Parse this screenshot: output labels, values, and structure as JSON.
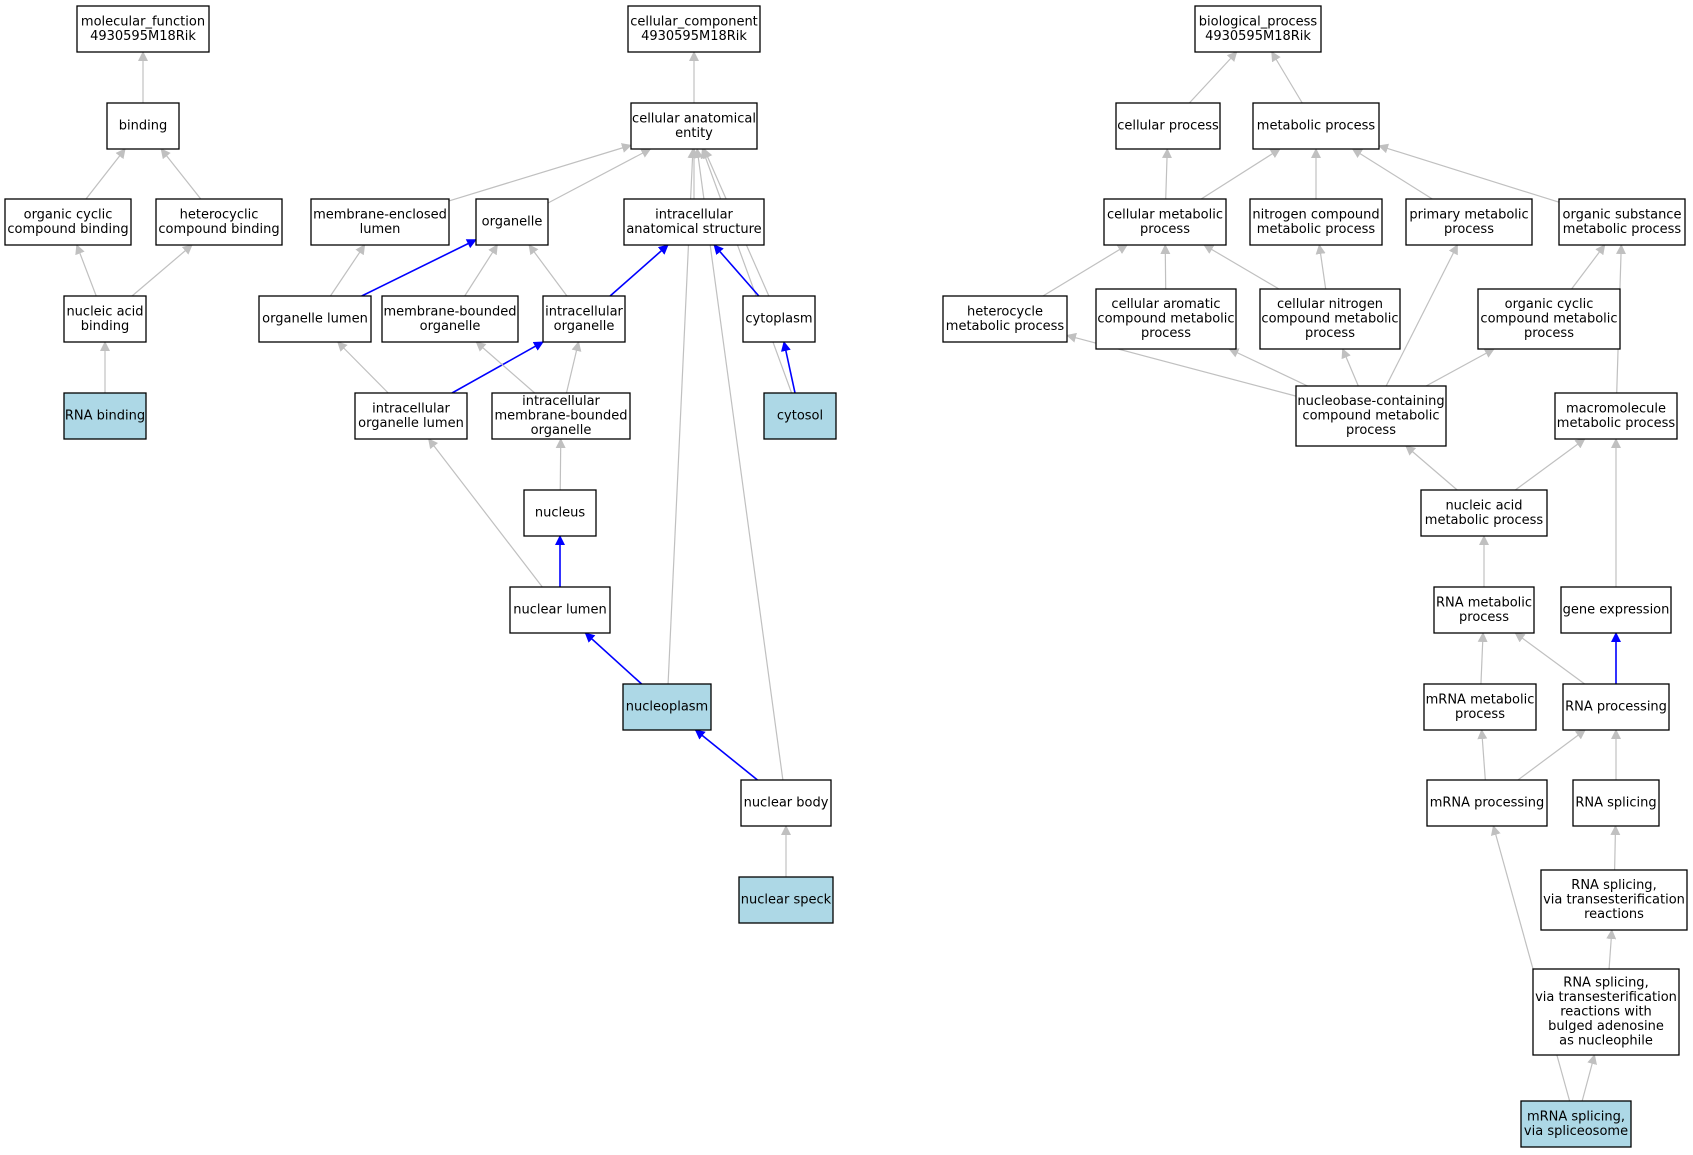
{
  "colors": {
    "node_fill": "#ffffff",
    "highlight_fill": "#add8e6",
    "node_stroke": "#000000",
    "edge_gray": "#c0c0c0",
    "edge_blue": "#0000ff"
  },
  "nodes": [
    {
      "id": "mf",
      "lines": [
        "molecular_function",
        "4930595M18Rik"
      ]
    },
    {
      "id": "binding",
      "lines": [
        "binding"
      ]
    },
    {
      "id": "ocb",
      "lines": [
        "organic cyclic",
        "compound binding"
      ]
    },
    {
      "id": "hcb",
      "lines": [
        "heterocyclic",
        "compound binding"
      ]
    },
    {
      "id": "nab",
      "lines": [
        "nucleic acid",
        "binding"
      ]
    },
    {
      "id": "rnab",
      "lines": [
        "RNA binding"
      ],
      "highlight": true
    },
    {
      "id": "cc",
      "lines": [
        "cellular_component",
        "4930595M18Rik"
      ]
    },
    {
      "id": "cae",
      "lines": [
        "cellular anatomical",
        "entity"
      ]
    },
    {
      "id": "mel",
      "lines": [
        "membrane-enclosed",
        "lumen"
      ]
    },
    {
      "id": "organelle",
      "lines": [
        "organelle"
      ]
    },
    {
      "id": "ias",
      "lines": [
        "intracellular",
        "anatomical structure"
      ]
    },
    {
      "id": "ol",
      "lines": [
        "organelle lumen"
      ]
    },
    {
      "id": "mbo",
      "lines": [
        "membrane-bounded",
        "organelle"
      ]
    },
    {
      "id": "io",
      "lines": [
        "intracellular",
        "organelle"
      ]
    },
    {
      "id": "cytoplasm",
      "lines": [
        "cytoplasm"
      ]
    },
    {
      "id": "iol",
      "lines": [
        "intracellular",
        "organelle lumen"
      ]
    },
    {
      "id": "imbo",
      "lines": [
        "intracellular",
        "membrane-bounded",
        "organelle"
      ]
    },
    {
      "id": "cytosol",
      "lines": [
        "cytosol"
      ],
      "highlight": true
    },
    {
      "id": "nucleus",
      "lines": [
        "nucleus"
      ]
    },
    {
      "id": "nlumen",
      "lines": [
        "nuclear lumen"
      ]
    },
    {
      "id": "nucleoplasm",
      "lines": [
        "nucleoplasm"
      ],
      "highlight": true
    },
    {
      "id": "nbody",
      "lines": [
        "nuclear body"
      ]
    },
    {
      "id": "nspeck",
      "lines": [
        "nuclear speck"
      ],
      "highlight": true
    },
    {
      "id": "bp",
      "lines": [
        "biological_process",
        "4930595M18Rik"
      ]
    },
    {
      "id": "cp",
      "lines": [
        "cellular process"
      ]
    },
    {
      "id": "mp",
      "lines": [
        "metabolic process"
      ]
    },
    {
      "id": "cmp",
      "lines": [
        "cellular metabolic",
        "process"
      ]
    },
    {
      "id": "ncmp",
      "lines": [
        "nitrogen compound",
        "metabolic process"
      ]
    },
    {
      "id": "pmp",
      "lines": [
        "primary metabolic",
        "process"
      ]
    },
    {
      "id": "osmp",
      "lines": [
        "organic substance",
        "metabolic process"
      ]
    },
    {
      "id": "hmp",
      "lines": [
        "heterocycle",
        "metabolic process"
      ]
    },
    {
      "id": "cacmp",
      "lines": [
        "cellular aromatic",
        "compound metabolic",
        "process"
      ]
    },
    {
      "id": "cncmp",
      "lines": [
        "cellular nitrogen",
        "compound metabolic",
        "process"
      ]
    },
    {
      "id": "occmp",
      "lines": [
        "organic cyclic",
        "compound metabolic",
        "process"
      ]
    },
    {
      "id": "nbcmp",
      "lines": [
        "nucleobase-containing",
        "compound metabolic",
        "process"
      ]
    },
    {
      "id": "mmp",
      "lines": [
        "macromolecule",
        "metabolic process"
      ]
    },
    {
      "id": "namp",
      "lines": [
        "nucleic acid",
        "metabolic process"
      ]
    },
    {
      "id": "rmp",
      "lines": [
        "RNA metabolic",
        "process"
      ]
    },
    {
      "id": "ge",
      "lines": [
        "gene expression"
      ]
    },
    {
      "id": "mrmp",
      "lines": [
        "mRNA metabolic",
        "process"
      ]
    },
    {
      "id": "rp",
      "lines": [
        "RNA processing"
      ]
    },
    {
      "id": "mrp",
      "lines": [
        "mRNA processing"
      ]
    },
    {
      "id": "rs",
      "lines": [
        "RNA splicing"
      ]
    },
    {
      "id": "rstr",
      "lines": [
        "RNA splicing,",
        "via transesterification",
        "reactions"
      ]
    },
    {
      "id": "rstrb",
      "lines": [
        "RNA splicing,",
        "via transesterification",
        "reactions with",
        "bulged adenosine",
        "as nucleophile"
      ]
    },
    {
      "id": "mrss",
      "lines": [
        "mRNA splicing,",
        "via spliceosome"
      ],
      "highlight": true
    }
  ],
  "edges": [
    {
      "from": "binding",
      "to": "mf"
    },
    {
      "from": "ocb",
      "to": "binding"
    },
    {
      "from": "hcb",
      "to": "binding"
    },
    {
      "from": "nab",
      "to": "ocb"
    },
    {
      "from": "nab",
      "to": "hcb"
    },
    {
      "from": "rnab",
      "to": "nab"
    },
    {
      "from": "cae",
      "to": "cc"
    },
    {
      "from": "mel",
      "to": "cae"
    },
    {
      "from": "organelle",
      "to": "cae"
    },
    {
      "from": "ias",
      "to": "cae"
    },
    {
      "from": "cytoplasm",
      "to": "cae"
    },
    {
      "from": "cytosol",
      "to": "cae"
    },
    {
      "from": "nucleoplasm",
      "to": "cae"
    },
    {
      "from": "nbody",
      "to": "cae"
    },
    {
      "from": "ol",
      "to": "mel"
    },
    {
      "from": "ol",
      "to": "organelle",
      "blue": true
    },
    {
      "from": "mbo",
      "to": "organelle"
    },
    {
      "from": "io",
      "to": "organelle"
    },
    {
      "from": "io",
      "to": "ias",
      "blue": true
    },
    {
      "from": "cytoplasm",
      "to": "ias",
      "blue": true
    },
    {
      "from": "cytosol",
      "to": "cytoplasm",
      "blue": true
    },
    {
      "from": "iol",
      "to": "ol"
    },
    {
      "from": "iol",
      "to": "io",
      "blue": true
    },
    {
      "from": "imbo",
      "to": "mbo"
    },
    {
      "from": "imbo",
      "to": "io"
    },
    {
      "from": "nucleus",
      "to": "imbo"
    },
    {
      "from": "nlumen",
      "to": "iol"
    },
    {
      "from": "nlumen",
      "to": "nucleus",
      "blue": true
    },
    {
      "from": "nucleoplasm",
      "to": "nlumen",
      "blue": true
    },
    {
      "from": "nbody",
      "to": "nucleoplasm",
      "blue": true
    },
    {
      "from": "nspeck",
      "to": "nbody"
    },
    {
      "from": "cp",
      "to": "bp"
    },
    {
      "from": "mp",
      "to": "bp"
    },
    {
      "from": "cmp",
      "to": "cp"
    },
    {
      "from": "cmp",
      "to": "mp"
    },
    {
      "from": "ncmp",
      "to": "mp"
    },
    {
      "from": "pmp",
      "to": "mp"
    },
    {
      "from": "osmp",
      "to": "mp"
    },
    {
      "from": "hmp",
      "to": "cmp"
    },
    {
      "from": "cacmp",
      "to": "cmp"
    },
    {
      "from": "cncmp",
      "to": "cmp"
    },
    {
      "from": "cncmp",
      "to": "ncmp"
    },
    {
      "from": "occmp",
      "to": "osmp"
    },
    {
      "from": "mmp",
      "to": "osmp"
    },
    {
      "from": "nbcmp",
      "to": "hmp"
    },
    {
      "from": "nbcmp",
      "to": "cacmp"
    },
    {
      "from": "nbcmp",
      "to": "cncmp"
    },
    {
      "from": "nbcmp",
      "to": "pmp"
    },
    {
      "from": "nbcmp",
      "to": "occmp"
    },
    {
      "from": "namp",
      "to": "nbcmp"
    },
    {
      "from": "namp",
      "to": "mmp"
    },
    {
      "from": "ge",
      "to": "mmp"
    },
    {
      "from": "rmp",
      "to": "namp"
    },
    {
      "from": "mrmp",
      "to": "rmp"
    },
    {
      "from": "rp",
      "to": "rmp"
    },
    {
      "from": "rp",
      "to": "ge",
      "blue": true
    },
    {
      "from": "mrp",
      "to": "mrmp"
    },
    {
      "from": "mrp",
      "to": "rp"
    },
    {
      "from": "rs",
      "to": "rp"
    },
    {
      "from": "rstr",
      "to": "rs"
    },
    {
      "from": "rstrb",
      "to": "rstr"
    },
    {
      "from": "mrss",
      "to": "rstrb"
    },
    {
      "from": "mrss",
      "to": "mrp"
    }
  ]
}
